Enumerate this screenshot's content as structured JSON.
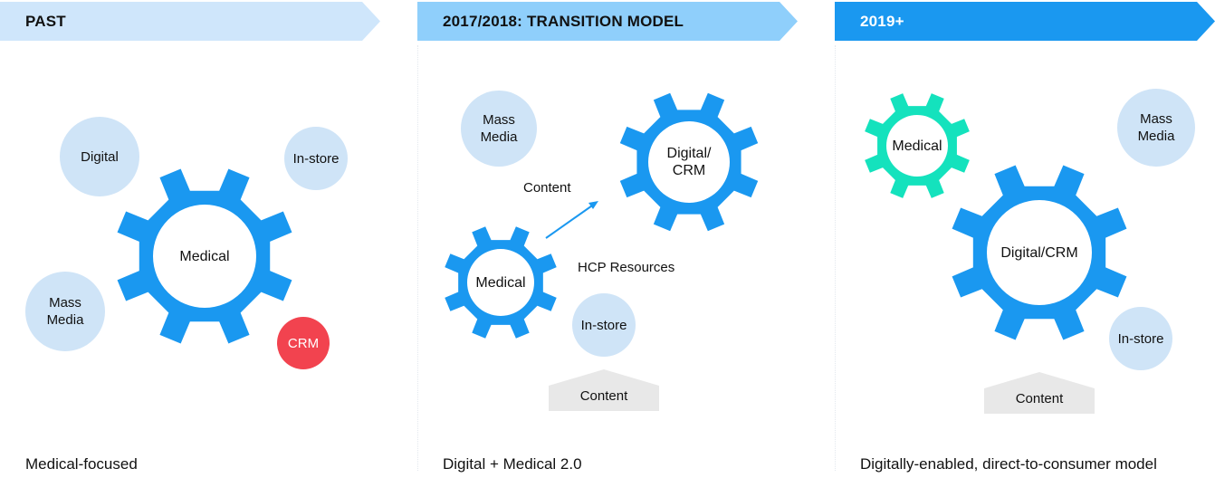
{
  "colors": {
    "gear_blue": "#1a98f0",
    "gear_teal": "#14e2bd",
    "bubble": "#cfe4f7",
    "crm_red": "#f2434f",
    "banner_past": "#cfe6fb",
    "banner_transition": "#8fcffb",
    "banner_future": "#1a98f0",
    "content_shape": "#e8e8e8"
  },
  "panels": [
    {
      "banner": "PAST",
      "caption": "Medical-focused",
      "gears": [
        {
          "label": "Medical",
          "color": "blue"
        }
      ],
      "bubbles": [
        "Digital",
        "In-store",
        "Mass Media",
        "CRM"
      ]
    },
    {
      "banner": "2017/2018: TRANSITION MODEL",
      "caption": "Digital + Medical 2.0",
      "gears": [
        {
          "label": "Medical",
          "color": "blue"
        },
        {
          "label": "Digital/ CRM",
          "color": "blue"
        }
      ],
      "bubbles": [
        "Mass Media",
        "In-store"
      ],
      "annotations": [
        "Content",
        "HCP Resources"
      ],
      "base_label": "Content"
    },
    {
      "banner": "2019+",
      "caption": "Digitally-enabled, direct-to-consumer model",
      "gears": [
        {
          "label": "Medical",
          "color": "teal"
        },
        {
          "label": "Digital/CRM",
          "color": "blue"
        }
      ],
      "bubbles": [
        "Mass Media",
        "In-store"
      ],
      "base_label": "Content"
    }
  ]
}
